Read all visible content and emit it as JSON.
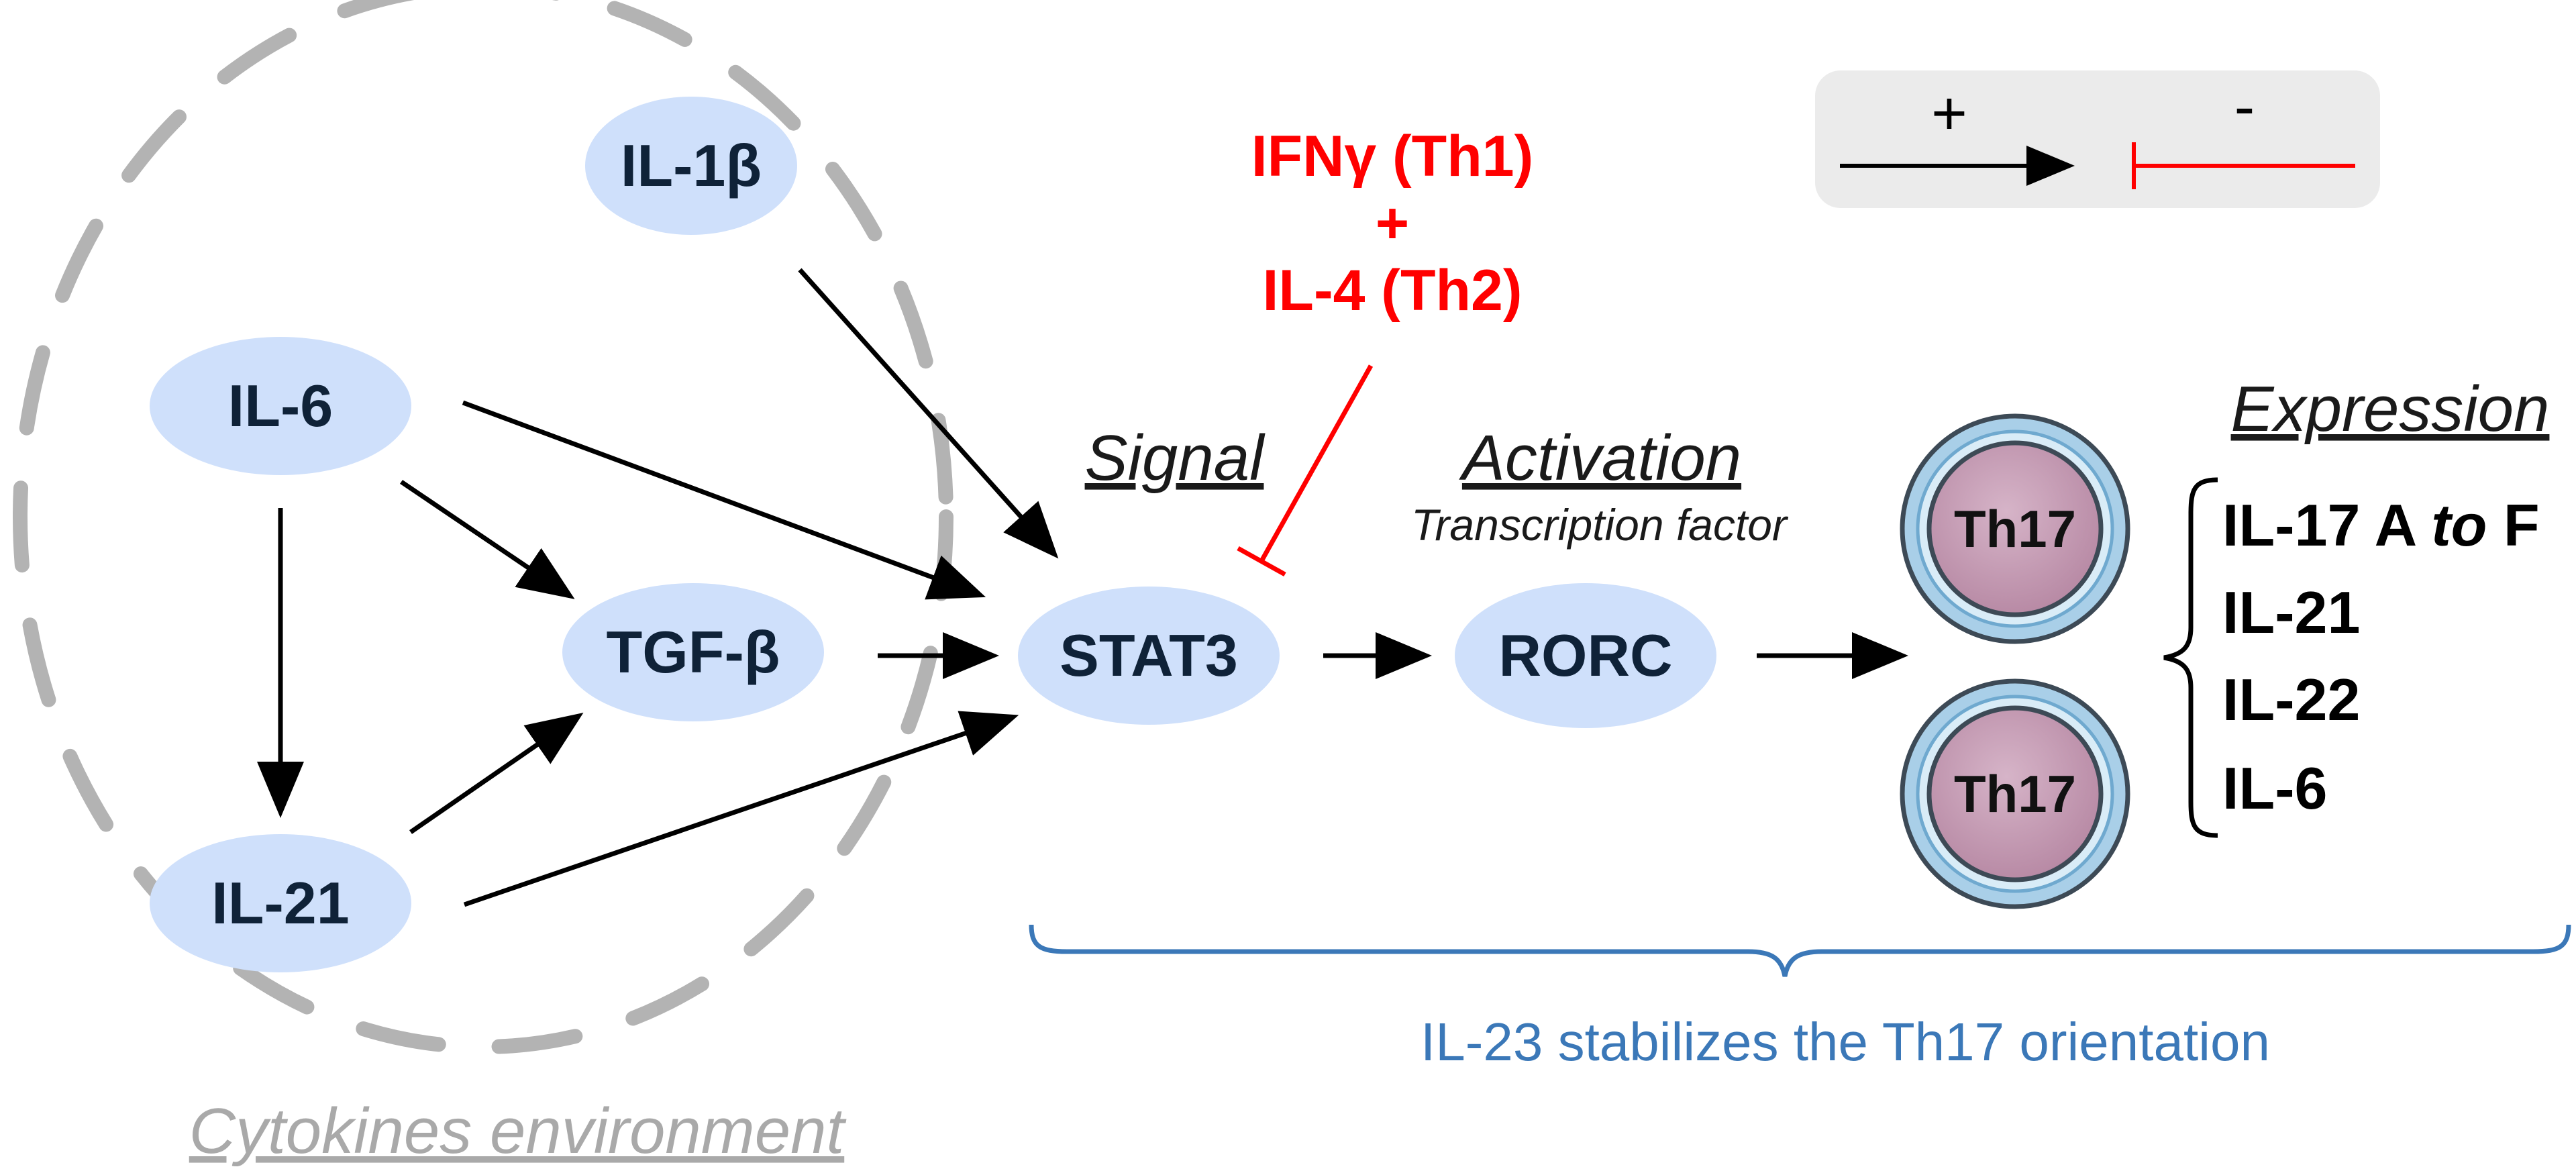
{
  "nodes": {
    "il1b": "IL-1β",
    "il6": "IL-6",
    "tgfb": "TGF-β",
    "il21": "IL-21",
    "stat3": "STAT3",
    "rorc": "RORC"
  },
  "inhibitors": {
    "line1": "IFNγ (Th1)",
    "line2": "+",
    "line3": "IL-4 (Th2)"
  },
  "headings": {
    "signal": "Signal",
    "activation": "Activation",
    "transcription_factor": "Transcription factor",
    "expression": "Expression"
  },
  "cells": {
    "cell1": "Th17",
    "cell2": "Th17"
  },
  "expression": {
    "item1_prefix": "IL-17 A ",
    "item1_italic": "to",
    "item1_suffix": " F",
    "item2": "IL-21",
    "item3": "IL-22",
    "item4": "IL-6"
  },
  "legend": {
    "plus": "+",
    "minus": "-"
  },
  "note": "IL-23 stabilizes the Th17 orientation",
  "environment_label": "Cytokines environment",
  "colors": {
    "node_fill": "#cfe0fb",
    "node_text": "#0f2238",
    "inhibit": "#ff0000",
    "note": "#3b78b8",
    "dashed_ring": "#b3b3b3",
    "legend_bg": "#ebebeb",
    "cell_body": "#c8a0b6",
    "cell_membrane": "#a9cfe8"
  }
}
